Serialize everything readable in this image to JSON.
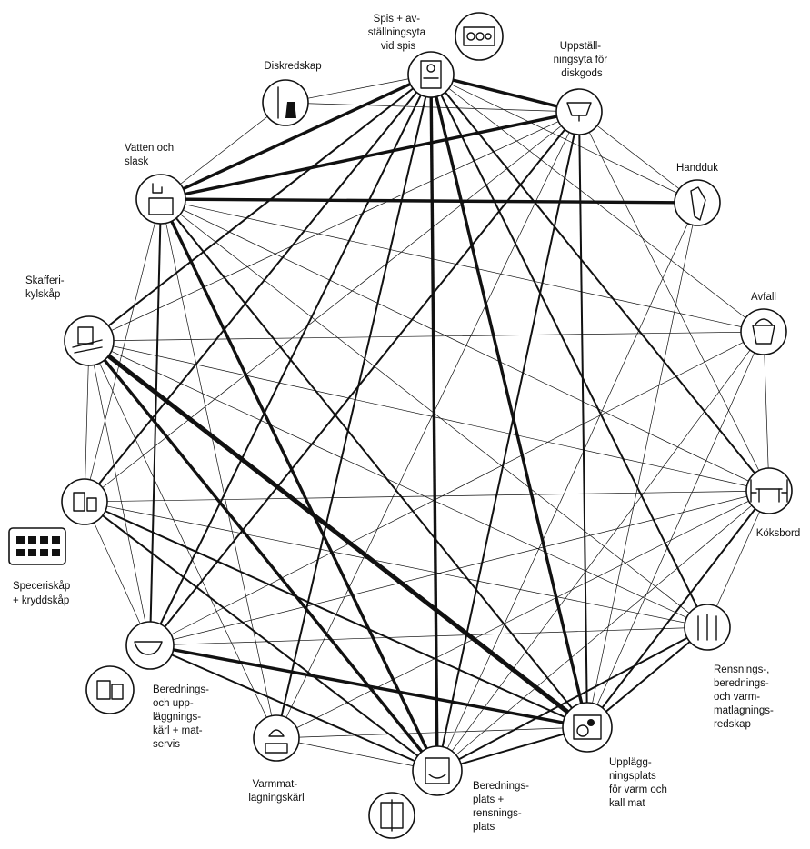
{
  "diagram": {
    "nodes": [
      {
        "id": "spis",
        "lines": [
          "Spis + av-",
          "ställningsyta",
          "vid spis"
        ],
        "icon": "stove-icon"
      },
      {
        "id": "upps",
        "lines": [
          "Uppställ-",
          "ningsyta för",
          "diskgods"
        ],
        "icon": "dish-rack-icon"
      },
      {
        "id": "hand",
        "lines": [
          "Handduk"
        ],
        "icon": "towel-icon"
      },
      {
        "id": "avfall",
        "lines": [
          "Avfall"
        ],
        "icon": "bucket-icon"
      },
      {
        "id": "koks",
        "lines": [
          "Köksbord"
        ],
        "icon": "table-chairs-icon"
      },
      {
        "id": "rens",
        "lines": [
          "Rensnings-,",
          "berednings-",
          "och varm-",
          "matlagnings-",
          "redskap"
        ],
        "icon": "utensils-icon"
      },
      {
        "id": "uppl",
        "lines": [
          "Upplägg-",
          "ningsplats",
          "för varm och",
          "kall mat"
        ],
        "icon": "serving-icon"
      },
      {
        "id": "bered",
        "lines": [
          "Berednings-",
          "plats +",
          "rensnings-",
          "plats"
        ],
        "icon": "prep-area-icon"
      },
      {
        "id": "varm",
        "lines": [
          "Varmmat-",
          "lagningskärl"
        ],
        "icon": "pot-kettle-icon"
      },
      {
        "id": "berkarl",
        "lines": [
          "Berednings-",
          "och upp-",
          "läggnings-",
          "kärl + mat-",
          "servis"
        ],
        "icon": "bowls-icon"
      },
      {
        "id": "spec",
        "lines": [
          "Speceriskåp",
          "+ kryddskåp"
        ],
        "icon": "jars-icon"
      },
      {
        "id": "skaff",
        "lines": [
          "Skafferi-",
          "kylskåp"
        ],
        "icon": "pantry-icon"
      },
      {
        "id": "vatten",
        "lines": [
          "Vatten och",
          "slask"
        ],
        "icon": "sink-icon"
      },
      {
        "id": "disk",
        "lines": [
          "Diskredskap"
        ],
        "icon": "brushes-icon"
      }
    ],
    "edges": [
      [
        "vatten",
        "spis",
        3
      ],
      [
        "vatten",
        "upps",
        3
      ],
      [
        "vatten",
        "hand",
        3
      ],
      [
        "vatten",
        "disk",
        1
      ],
      [
        "vatten",
        "bered",
        3
      ],
      [
        "vatten",
        "uppl",
        2
      ],
      [
        "vatten",
        "koks",
        1
      ],
      [
        "vatten",
        "avfall",
        1
      ],
      [
        "vatten",
        "varm",
        1
      ],
      [
        "vatten",
        "spec",
        1
      ],
      [
        "vatten",
        "berkarl",
        2
      ],
      [
        "vatten",
        "rens",
        1
      ],
      [
        "disk",
        "spis",
        1
      ],
      [
        "disk",
        "upps",
        1
      ],
      [
        "spis",
        "upps",
        3
      ],
      [
        "spis",
        "uppl",
        3
      ],
      [
        "spis",
        "bered",
        3
      ],
      [
        "spis",
        "varm",
        2
      ],
      [
        "spis",
        "berkarl",
        2
      ],
      [
        "spis",
        "spec",
        2
      ],
      [
        "spis",
        "skaff",
        2
      ],
      [
        "spis",
        "koks",
        2
      ],
      [
        "spis",
        "rens",
        2
      ],
      [
        "spis",
        "hand",
        1
      ],
      [
        "spis",
        "avfall",
        1
      ],
      [
        "upps",
        "vatten",
        2
      ],
      [
        "upps",
        "berkarl",
        2
      ],
      [
        "upps",
        "bered",
        2
      ],
      [
        "upps",
        "uppl",
        2
      ],
      [
        "upps",
        "koks",
        1
      ],
      [
        "upps",
        "hand",
        1
      ],
      [
        "upps",
        "skaff",
        1
      ],
      [
        "upps",
        "spec",
        1
      ],
      [
        "upps",
        "varm",
        1
      ],
      [
        "skaff",
        "bered",
        3
      ],
      [
        "skaff",
        "uppl",
        4
      ],
      [
        "skaff",
        "koks",
        1
      ],
      [
        "skaff",
        "rens",
        1
      ],
      [
        "skaff",
        "varm",
        1
      ],
      [
        "skaff",
        "spec",
        1
      ],
      [
        "skaff",
        "berkarl",
        1
      ],
      [
        "skaff",
        "avfall",
        1
      ],
      [
        "spec",
        "bered",
        2
      ],
      [
        "spec",
        "uppl",
        2
      ],
      [
        "spec",
        "koks",
        1
      ],
      [
        "spec",
        "rens",
        1
      ],
      [
        "spec",
        "berkarl",
        1
      ],
      [
        "berkarl",
        "uppl",
        3
      ],
      [
        "berkarl",
        "bered",
        2
      ],
      [
        "berkarl",
        "koks",
        1
      ],
      [
        "berkarl",
        "rens",
        1
      ],
      [
        "berkarl",
        "avfall",
        1
      ],
      [
        "varm",
        "bered",
        1
      ],
      [
        "varm",
        "uppl",
        1
      ],
      [
        "varm",
        "koks",
        1
      ],
      [
        "bered",
        "uppl",
        2
      ],
      [
        "bered",
        "rens",
        2
      ],
      [
        "bered",
        "koks",
        1
      ],
      [
        "bered",
        "avfall",
        1
      ],
      [
        "bered",
        "hand",
        1
      ],
      [
        "uppl",
        "rens",
        2
      ],
      [
        "uppl",
        "koks",
        2
      ],
      [
        "uppl",
        "avfall",
        1
      ],
      [
        "uppl",
        "hand",
        1
      ],
      [
        "rens",
        "koks",
        1
      ],
      [
        "koks",
        "avfall",
        1
      ]
    ]
  }
}
